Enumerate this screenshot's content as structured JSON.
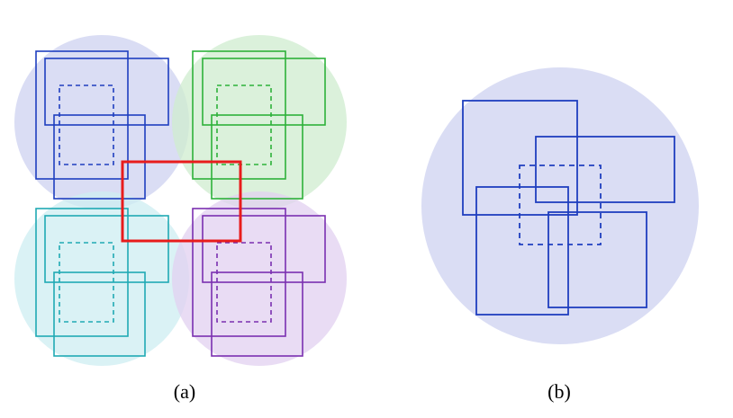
{
  "figure": {
    "panel_a": {
      "label": "(a)",
      "clusters": [
        {
          "name": "cluster-blue",
          "color": "#1f3fbf",
          "fill": "#cdd2f0"
        },
        {
          "name": "cluster-green",
          "color": "#2db23a",
          "fill": "#cfeccf"
        },
        {
          "name": "cluster-cyan",
          "color": "#20aab4",
          "fill": "#cdeef2"
        },
        {
          "name": "cluster-purple",
          "color": "#7b2fb0",
          "fill": "#e2d0f0"
        }
      ],
      "highlight_color": "#e81c1c"
    },
    "panel_b": {
      "label": "(b)",
      "color": "#1f3fbf",
      "fill": "#cdd2f0"
    }
  }
}
